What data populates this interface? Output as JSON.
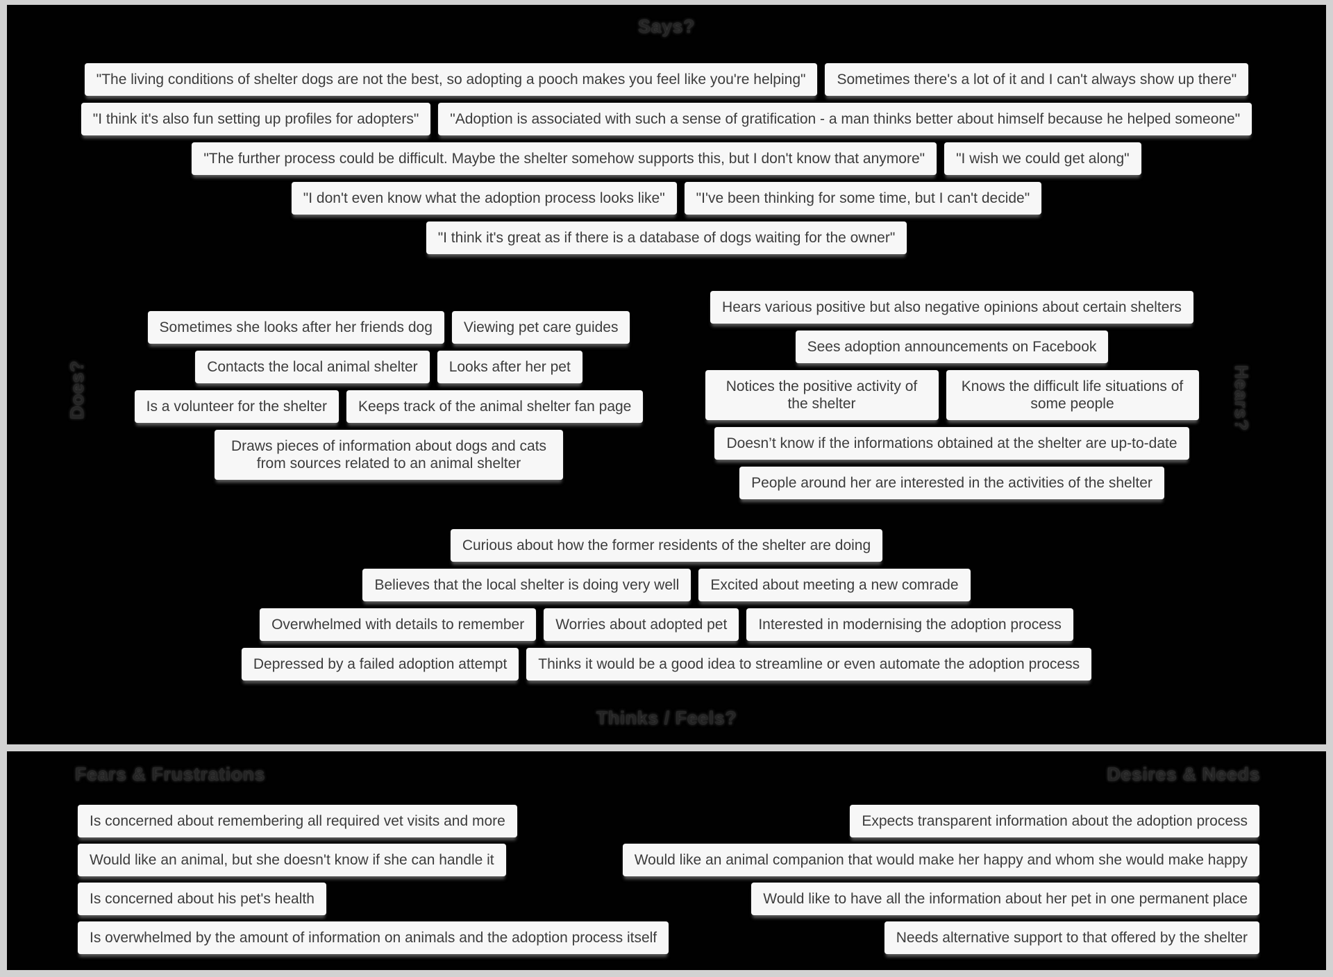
{
  "colors": {
    "frame": "#d2d2d2",
    "panel_background": "#010101",
    "card_background": "#f7f7f7",
    "card_text": "#3c3c3c",
    "section_label_text": "#242424"
  },
  "sections": {
    "says": {
      "label": "Says?",
      "rows": [
        [
          "\"The living conditions of shelter dogs are not the best, so adopting a pooch makes you feel like you're helping\"",
          "Sometimes there's a lot of it and I can't always show up there\""
        ],
        [
          "\"I think it's also fun setting up profiles for adopters\"",
          "\"Adoption is associated with such a sense of gratification - a man thinks better about himself because he helped someone\""
        ],
        [
          "\"The further process could be difficult. Maybe the shelter somehow supports this, but I don't know that anymore\"",
          "\"I wish we could get along\""
        ],
        [
          "\"I don't even know what the adoption process looks like\"",
          "\"I've been thinking for some time, but I can't decide\""
        ],
        [
          "\"I think it's great as if there is a database of dogs waiting for the owner\""
        ]
      ]
    },
    "does": {
      "label": "Does?",
      "rows": [
        [
          "Sometimes she looks after her friends dog",
          "Viewing pet care guides"
        ],
        [
          "Contacts the local animal shelter",
          "Looks after her pet"
        ],
        [
          "Is a volunteer for the shelter",
          "Keeps track of the animal shelter fan page"
        ],
        [
          "Draws pieces of information about dogs and cats from sources related to an animal shelter"
        ]
      ]
    },
    "hears": {
      "label": "Hears?",
      "rows": [
        [
          "Hears various positive but also negative opinions about certain shelters"
        ],
        [
          "Sees adoption announcements on Facebook"
        ],
        [
          "Notices the positive activity of the shelter",
          "Knows the difficult life situations of some people"
        ],
        [
          "Doesn’t know if the informations obtained at the shelter are up-to-date"
        ],
        [
          "People around her are interested in the activities of the shelter"
        ]
      ]
    },
    "thinks_feels": {
      "label": "Thinks / Feels?",
      "rows": [
        [
          "Curious about how the former residents of the shelter are doing"
        ],
        [
          "Believes that the local shelter is doing very well",
          "Excited about meeting a new comrade"
        ],
        [
          "Overwhelmed with details to remember",
          "Worries about adopted pet",
          "Interested in modernising the adoption process"
        ],
        [
          "Depressed by a failed adoption attempt",
          "Thinks it would be a good idea to streamline or even automate the adoption process"
        ]
      ]
    },
    "fears": {
      "label": "Fears & Frustrations",
      "rows": [
        [
          "Is concerned about remembering all required vet visits and more"
        ],
        [
          "Would like an animal, but she doesn't know if she can handle it"
        ],
        [
          "Is concerned about his pet's health"
        ],
        [
          "Is overwhelmed by the amount of information on animals and the adoption process itself"
        ]
      ]
    },
    "desires": {
      "label": "Desires & Needs",
      "rows": [
        [
          "Expects transparent information about the adoption process"
        ],
        [
          "Would like an animal companion that would make her happy and whom she would make happy"
        ],
        [
          "Would like to have all the information about her pet in one permanent place"
        ],
        [
          "Needs alternative support to that offered by the shelter"
        ]
      ]
    }
  }
}
